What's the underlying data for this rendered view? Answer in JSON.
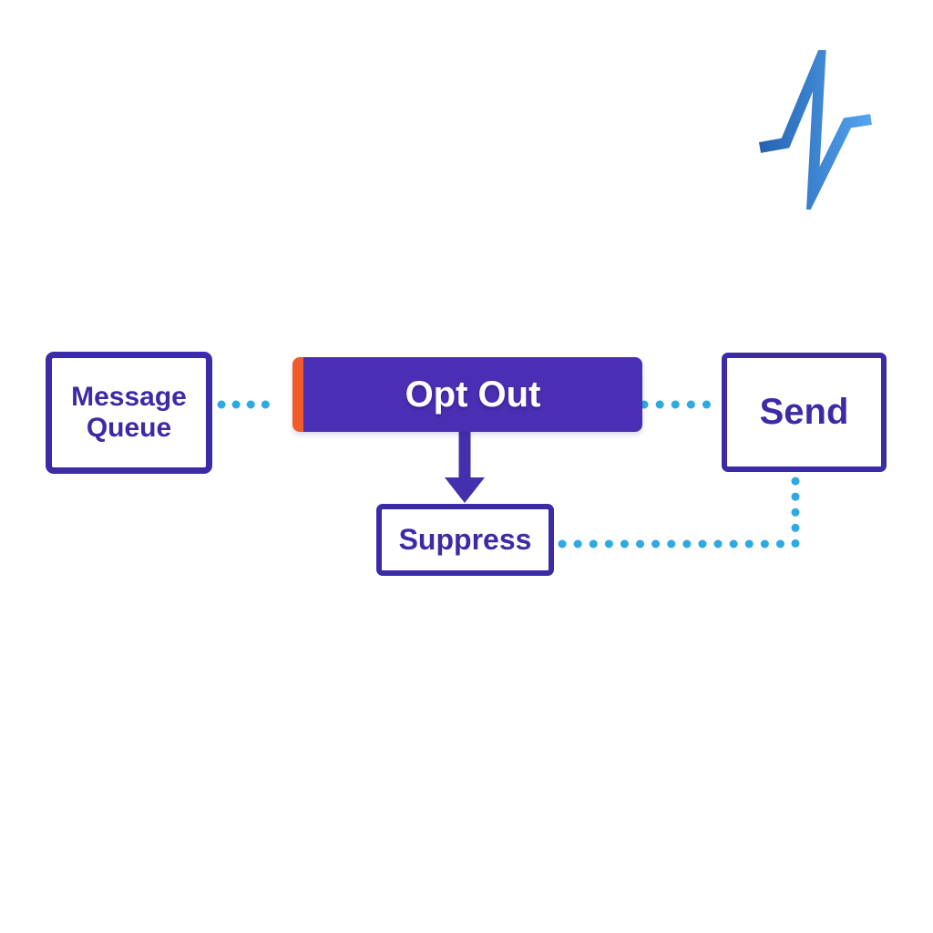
{
  "diagram": {
    "nodes": {
      "message_queue": {
        "label": "Message Queue"
      },
      "opt_out": {
        "label": "Opt Out"
      },
      "send": {
        "label": "Send"
      },
      "suppress": {
        "label": "Suppress"
      }
    },
    "connectors": {
      "queue_to_optout": "dotted",
      "optout_to_send": "dotted",
      "optout_to_suppress": "solid-arrow",
      "send_to_suppress": "dotted-elbow"
    },
    "colors": {
      "node_border_purple": "#3b2ba6",
      "node_text_purple": "#3d2ba5",
      "bar_fill_purple": "#4a2eb4",
      "bar_accent_orange": "#f15b2b",
      "arrow_purple": "#4330ae",
      "dot_cyan": "#2fa9e1",
      "logo_blue_dark": "#2563b0",
      "logo_blue_light": "#54a4f0",
      "background_white": "#ffffff"
    },
    "logo": {
      "icon": "pulse-waveform-logo"
    }
  }
}
